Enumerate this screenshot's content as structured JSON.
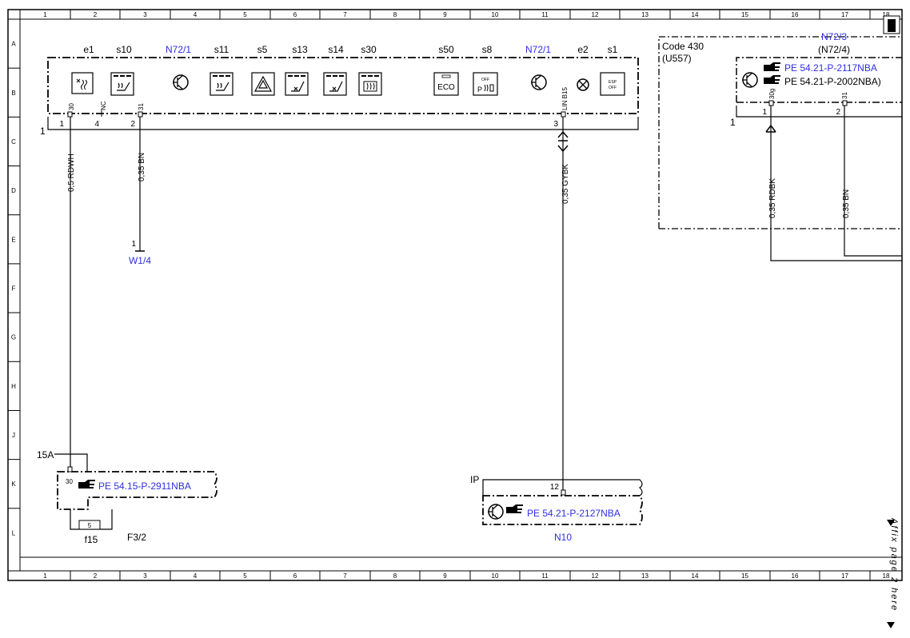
{
  "ruler": {
    "columns": [
      "1",
      "2",
      "3",
      "4",
      "5",
      "6",
      "7",
      "8",
      "9",
      "10",
      "11",
      "12",
      "13",
      "14",
      "15",
      "16",
      "17",
      "18"
    ],
    "rows": [
      "A",
      "B",
      "C",
      "D",
      "E",
      "F",
      "G",
      "H",
      "J",
      "K",
      "L"
    ]
  },
  "instrument_cluster": {
    "component_labels": [
      "e1",
      "s10",
      "N72/1",
      "s11",
      "s5",
      "s13",
      "s14",
      "s30",
      "s50",
      "s8",
      "N72/1",
      "e2",
      "s1"
    ],
    "eco_text": "ECO",
    "s8_off": "OFF",
    "s8_p": "P",
    "esp_text_1": "ESP",
    "esp_text_2": "OFF",
    "pin_labels": [
      "30",
      "NC",
      "31",
      "LIN B15"
    ],
    "pin_numbers": [
      "1",
      "4",
      "2",
      "3"
    ],
    "connector_number": "1"
  },
  "wires": {
    "rdwh": "0,5 RDWH",
    "bn_left": "0,35 BN",
    "gybk": "0,35 GYBK",
    "rdbk": "0,35 RDBK",
    "bn_right": "0,35 BN"
  },
  "ground": {
    "pin": "1",
    "label": "W1/4"
  },
  "code_box": {
    "code": "Code 430",
    "option": "(U557)",
    "component": "N72/3",
    "component_alt": "(N72/4)",
    "ref_1": "PE 54.21-P-2117NBA",
    "ref_2": "PE 54.21-P-2002NBA)",
    "pin_labels": [
      "30g",
      "31"
    ],
    "pin_numbers": [
      "1",
      "2"
    ],
    "connector_number": "1"
  },
  "fuse": {
    "rating": "15A",
    "pin": "30",
    "ref": "PE 54.15-P-2911NBA",
    "fuse_number": "5",
    "fuse_id": "f15",
    "fuse_box": "F3/2"
  },
  "control_unit": {
    "bus": "IP",
    "pin": "12",
    "ref": "PE 54.21-P-2127NBA",
    "label": "N10"
  },
  "margin_note": "Affix page 2 here",
  "colors": {
    "link_blue": "#2f2fe0",
    "line": "#000000"
  }
}
